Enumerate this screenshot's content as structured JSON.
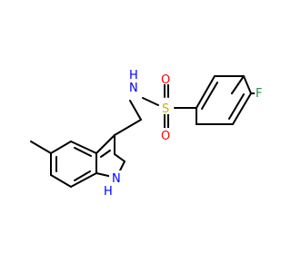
{
  "molecule": {
    "atoms": {
      "nitrogen_sulfonamide": "N",
      "hydrogen_sulfonamide": "H",
      "sulfur": "S",
      "oxygen_top": "O",
      "oxygen_bottom": "O",
      "fluorine": "F",
      "indole_nitrogen": "N",
      "indole_hydrogen": "H"
    },
    "colors": {
      "bond": "#000000",
      "nitrogen": "#0000ff",
      "oxygen": "#ff0000",
      "sulfur": "#c8b400",
      "fluorine": "#2e8b57"
    }
  }
}
